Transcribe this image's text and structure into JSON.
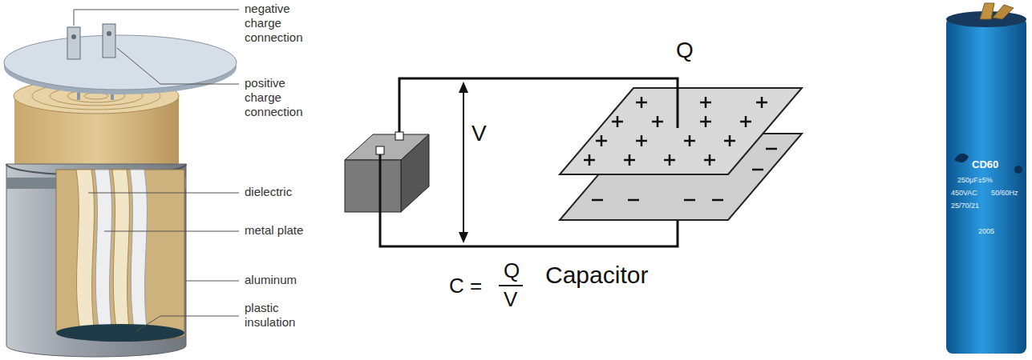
{
  "diagram": {
    "labels": [
      "negative charge connection",
      "positive charge connection",
      "dielectric",
      "metal plate",
      "aluminum",
      "plastic insulation",
      "Q",
      "V",
      "C =",
      "Q",
      "V",
      "Capacitor",
      "CD60",
      "250μF±5%",
      "450VAC",
      "50/60Hz",
      "25/70/21",
      "2005"
    ]
  }
}
